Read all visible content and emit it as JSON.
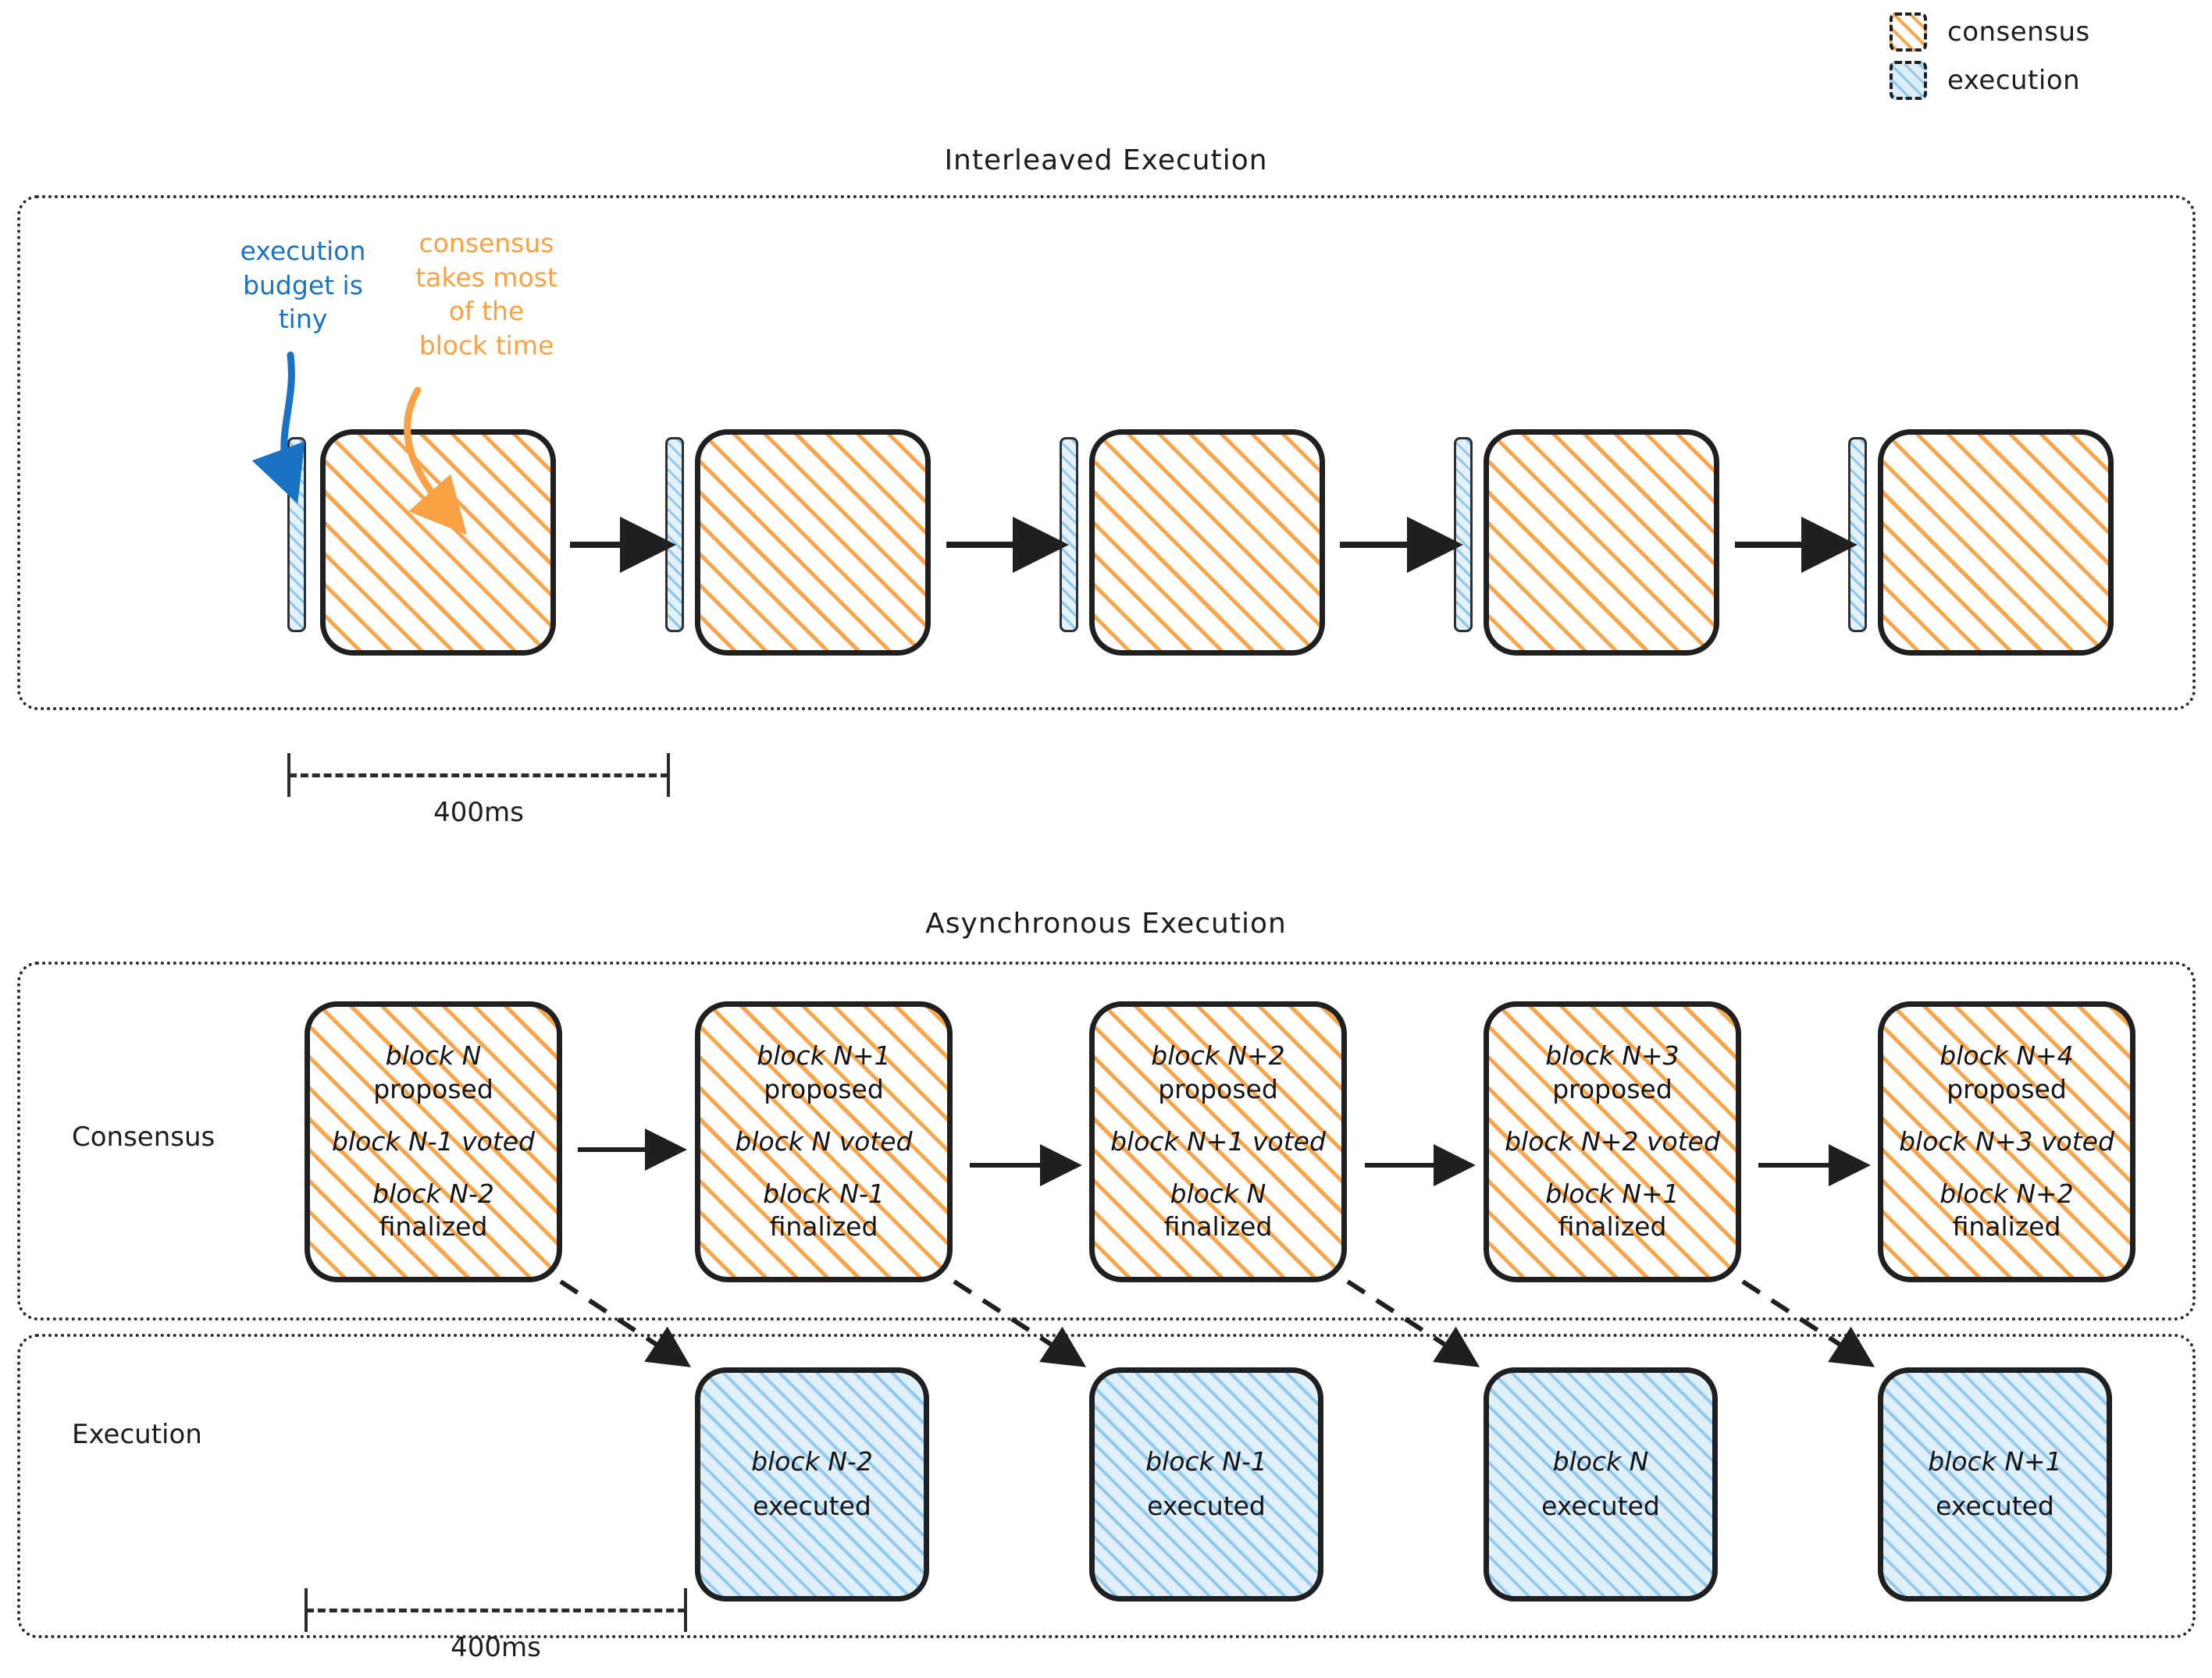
{
  "legend": {
    "items": [
      {
        "label": "consensus",
        "swatch": "consensus-hatch-swatch",
        "color": "#f9a54a"
      },
      {
        "label": "execution",
        "swatch": "execution-hatch-swatch",
        "color": "#8fc6ee"
      }
    ]
  },
  "sections": {
    "interleaved": {
      "title": "Interleaved Execution",
      "annotations": [
        {
          "name": "execution-budget-note",
          "text": "execution\nbudget is\ntiny",
          "color": "#1a72c4"
        },
        {
          "name": "consensus-time-note",
          "text": "consensus\ntakes most\nof the\nblock time",
          "color": "#f9a245"
        }
      ],
      "slots": [
        {
          "execution_bar": "execution",
          "consensus_block": "consensus"
        },
        {
          "execution_bar": "execution",
          "consensus_block": "consensus"
        },
        {
          "execution_bar": "execution",
          "consensus_block": "consensus"
        },
        {
          "execution_bar": "execution",
          "consensus_block": "consensus"
        },
        {
          "execution_bar": "execution",
          "consensus_block": "consensus"
        }
      ],
      "ruler": {
        "label": "400ms"
      }
    },
    "asynchronous": {
      "title": "Asynchronous Execution",
      "row_labels": {
        "consensus": "Consensus",
        "execution": "Execution"
      },
      "consensus_blocks": [
        {
          "proposed": "block N",
          "proposed_2": "proposed",
          "voted": "block N-1 voted",
          "finalized": "block N-2",
          "finalized_2": "finalized"
        },
        {
          "proposed": "block N+1",
          "proposed_2": "proposed",
          "voted": "block N voted",
          "finalized": "block N-1",
          "finalized_2": "finalized"
        },
        {
          "proposed": "block N+2",
          "proposed_2": "proposed",
          "voted": "block N+1 voted",
          "finalized": "block N",
          "finalized_2": "finalized"
        },
        {
          "proposed": "block N+3",
          "proposed_2": "proposed",
          "voted": "block N+2 voted",
          "finalized": "block N+1",
          "finalized_2": "finalized"
        },
        {
          "proposed": "block N+4",
          "proposed_2": "proposed",
          "voted": "block N+3 voted",
          "finalized": "block N+2",
          "finalized_2": "finalized"
        }
      ],
      "execution_blocks": [
        {
          "line1": "block N-2",
          "line2": "executed"
        },
        {
          "line1": "block N-1",
          "line2": "executed"
        },
        {
          "line1": "block N",
          "line2": "executed"
        },
        {
          "line1": "block N+1",
          "line2": "executed"
        }
      ],
      "ruler": {
        "label": "400ms"
      }
    }
  },
  "colors": {
    "consensus": "#f9a54a",
    "execution": "#8fc6ee",
    "execution_fill": "#e0f0fa",
    "annotation_blue": "#1a72c4",
    "annotation_orange": "#f9a245",
    "ink": "#1f1f1f"
  }
}
